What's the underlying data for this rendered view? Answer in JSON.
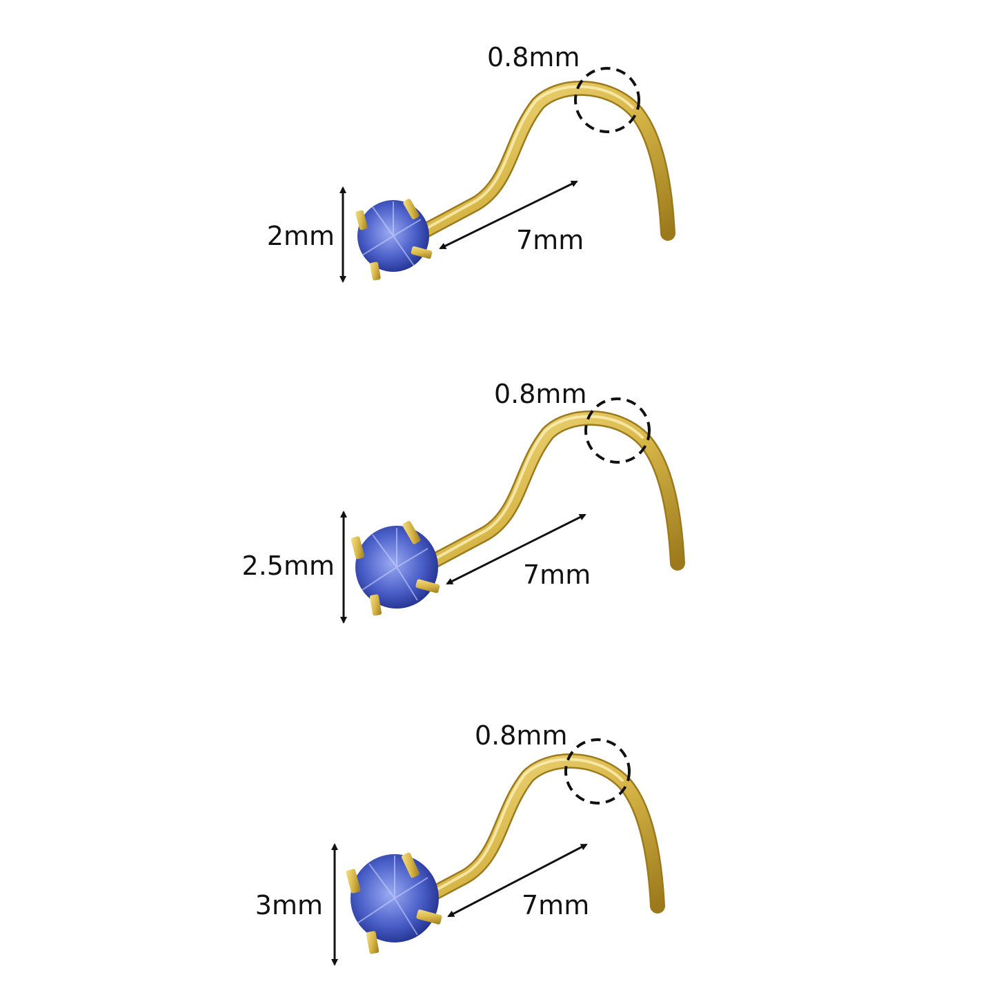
{
  "colors": {
    "gold": "#d9b84a",
    "gold_dark": "#9c7a1c",
    "gem": "#4a5fc8",
    "gem_light": "#8fa0ee",
    "annotation": "#111111"
  },
  "items": [
    {
      "gauge_label": "0.8mm",
      "gem_label": "2mm",
      "length_label": "7mm"
    },
    {
      "gauge_label": "0.8mm",
      "gem_label": "2.5mm",
      "length_label": "7mm"
    },
    {
      "gauge_label": "0.8mm",
      "gem_label": "3mm",
      "length_label": "7mm"
    }
  ]
}
